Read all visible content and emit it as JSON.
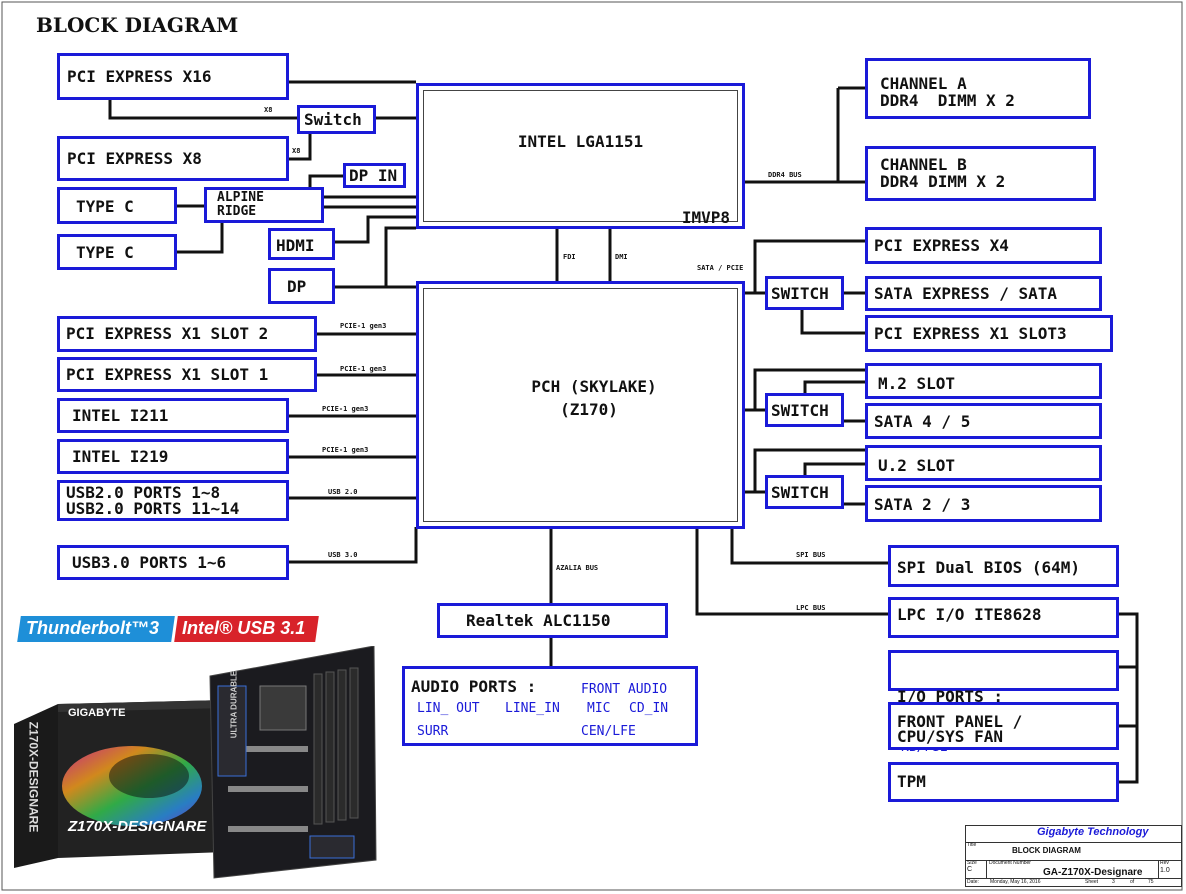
{
  "title": "BLOCK DIAGRAM",
  "cpu": {
    "label": "INTEL LGA1151",
    "vrm": "IMVP8"
  },
  "pch": {
    "line1": "PCH (SKYLAKE)",
    "line2": "(Z170)"
  },
  "left_blocks": {
    "pcie_x16": "PCI EXPRESS X16",
    "switch_small": "Switch",
    "pcie_x8": "PCI EXPRESS X8",
    "dp_in": "DP IN",
    "type_c_1": "TYPE C",
    "alpine_ridge": "ALPINE\nRIDGE",
    "type_c_2": "TYPE C",
    "hdmi": "HDMI",
    "dp": "DP",
    "pcie_x1_slot2": "PCI EXPRESS X1 SLOT 2",
    "pcie_x1_slot1": "PCI EXPRESS X1 SLOT 1",
    "intel_i211": "INTEL I211",
    "intel_i219": "INTEL I219",
    "usb2_ports": "USB2.0 PORTS 1~8\nUSB2.0 PORTS 11~14",
    "usb3_ports": "USB3.0 PORTS 1~6"
  },
  "right_blocks": {
    "channel_a": "CHANNEL A\nDDR4  DIMM X 2",
    "channel_b": "CHANNEL B\nDDR4 DIMM X 2",
    "pcie_x4": "PCI EXPRESS X4",
    "switch_1": "SWITCH",
    "sata_express": "SATA EXPRESS / SATA",
    "pcie_x1_slot3": "PCI EXPRESS X1 SLOT3",
    "m2_slot": "M.2 SLOT",
    "switch_2": "SWITCH",
    "sata_45": "SATA 4 / 5",
    "u2_slot": "U.2 SLOT",
    "switch_3": "SWITCH",
    "sata_23": "SATA 2 / 3",
    "spi_bios": "SPI Dual BIOS (64M)",
    "lpc_io": "LPC I/O ITE8628",
    "io_ports": "I/O PORTS :",
    "io_ports_sub": "KB/PS2",
    "front_panel": "FRONT PANEL /\nCPU/SYS FAN",
    "tpm": "TPM"
  },
  "bottom_blocks": {
    "realtek": "Realtek ALC1150",
    "audio_title": "AUDIO PORTS :",
    "audio_front": "FRONT AUDIO",
    "audio_lin": "LIN_ OUT",
    "audio_linein": "LINE_IN",
    "audio_mic": "MIC",
    "audio_cdin": "CD_IN",
    "audio_surr": "SURR",
    "audio_cen": "CEN/LFE"
  },
  "bus_labels": {
    "x8_top": "X8",
    "x8_bottom": "X8",
    "ddr4_bus": "DDR4 BUS",
    "fdi": "FDI",
    "dmi": "DMI",
    "sata_pcie": "SATA / PCIE",
    "pcie1_gen3_a": "PCIE-1 gen3",
    "pcie1_gen3_b": "PCIE-1 gen3",
    "pcie1_gen3_c": "PCIE-1 gen3",
    "pcie1_gen3_d": "PCIE-1 gen3",
    "usb20": "USB 2.0",
    "usb30": "USB 3.0",
    "azalia": "AZALIA BUS",
    "spi_bus": "SPI BUS",
    "lpc_bus": "LPC BUS"
  },
  "branding": {
    "thunderbolt": "Thunderbolt™3",
    "intel_usb": "Intel® USB 3.1",
    "box_brand": "GIGABYTE",
    "box_model": "Z170X-DESIGNARE",
    "board_text": "ULTRA DURABLE"
  },
  "title_block": {
    "company": "Gigabyte Technology",
    "title_label": "Title",
    "title": "BLOCK DIAGRAM",
    "size_label": "Size",
    "size": "C",
    "doc_label": "Document Number",
    "doc": "GA-Z170X-Designare",
    "rev_label": "Rev",
    "rev": "1.0",
    "date_label": "Date:",
    "date": "Monday, May 16, 2016",
    "sheet_label": "Sheet",
    "sheet": "3",
    "of_label": "of",
    "of": "75"
  },
  "colors": {
    "box_border": "#1a1ad8",
    "wire": "#111111",
    "thunderbolt_bg": "#1e8fd8",
    "intel_usb_bg": "#d8232a"
  }
}
